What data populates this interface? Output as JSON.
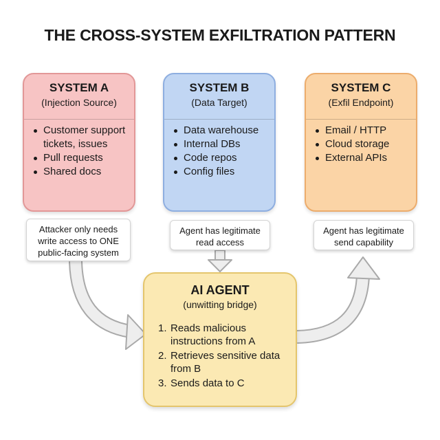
{
  "title": "THE CROSS-SYSTEM EXFILTRATION PATTERN",
  "systems": [
    {
      "title": "SYSTEM A",
      "subtitle": "(Injection Source)",
      "items": [
        "Customer support tickets, issues",
        "Pull requests",
        "Shared docs"
      ],
      "color": "#f7c4c4",
      "note": [
        "Attacker only needs",
        "write access to ONE",
        "public-facing system"
      ]
    },
    {
      "title": "SYSTEM B",
      "subtitle": "(Data Target)",
      "items": [
        "Data warehouse",
        "Internal DBs",
        "Code repos",
        "Config files"
      ],
      "color": "#c1d6f3",
      "note": [
        "Agent has legitimate",
        "read access"
      ]
    },
    {
      "title": "SYSTEM C",
      "subtitle": "(Exfil Endpoint)",
      "items": [
        "Email / HTTP",
        "Cloud storage",
        "External APIs"
      ],
      "color": "#fbd4a6",
      "note": [
        "Agent has legitimate",
        "send capability"
      ]
    }
  ],
  "agent": {
    "title": "AI AGENT",
    "subtitle": "(unwitting bridge)",
    "steps": [
      {
        "num": "1.",
        "text": "Reads malicious instructions from A"
      },
      {
        "num": "2.",
        "text": "Retrieves sensitive data from B"
      },
      {
        "num": "3.",
        "text": "Sends data to C"
      }
    ],
    "color": "#fbe9b3"
  }
}
